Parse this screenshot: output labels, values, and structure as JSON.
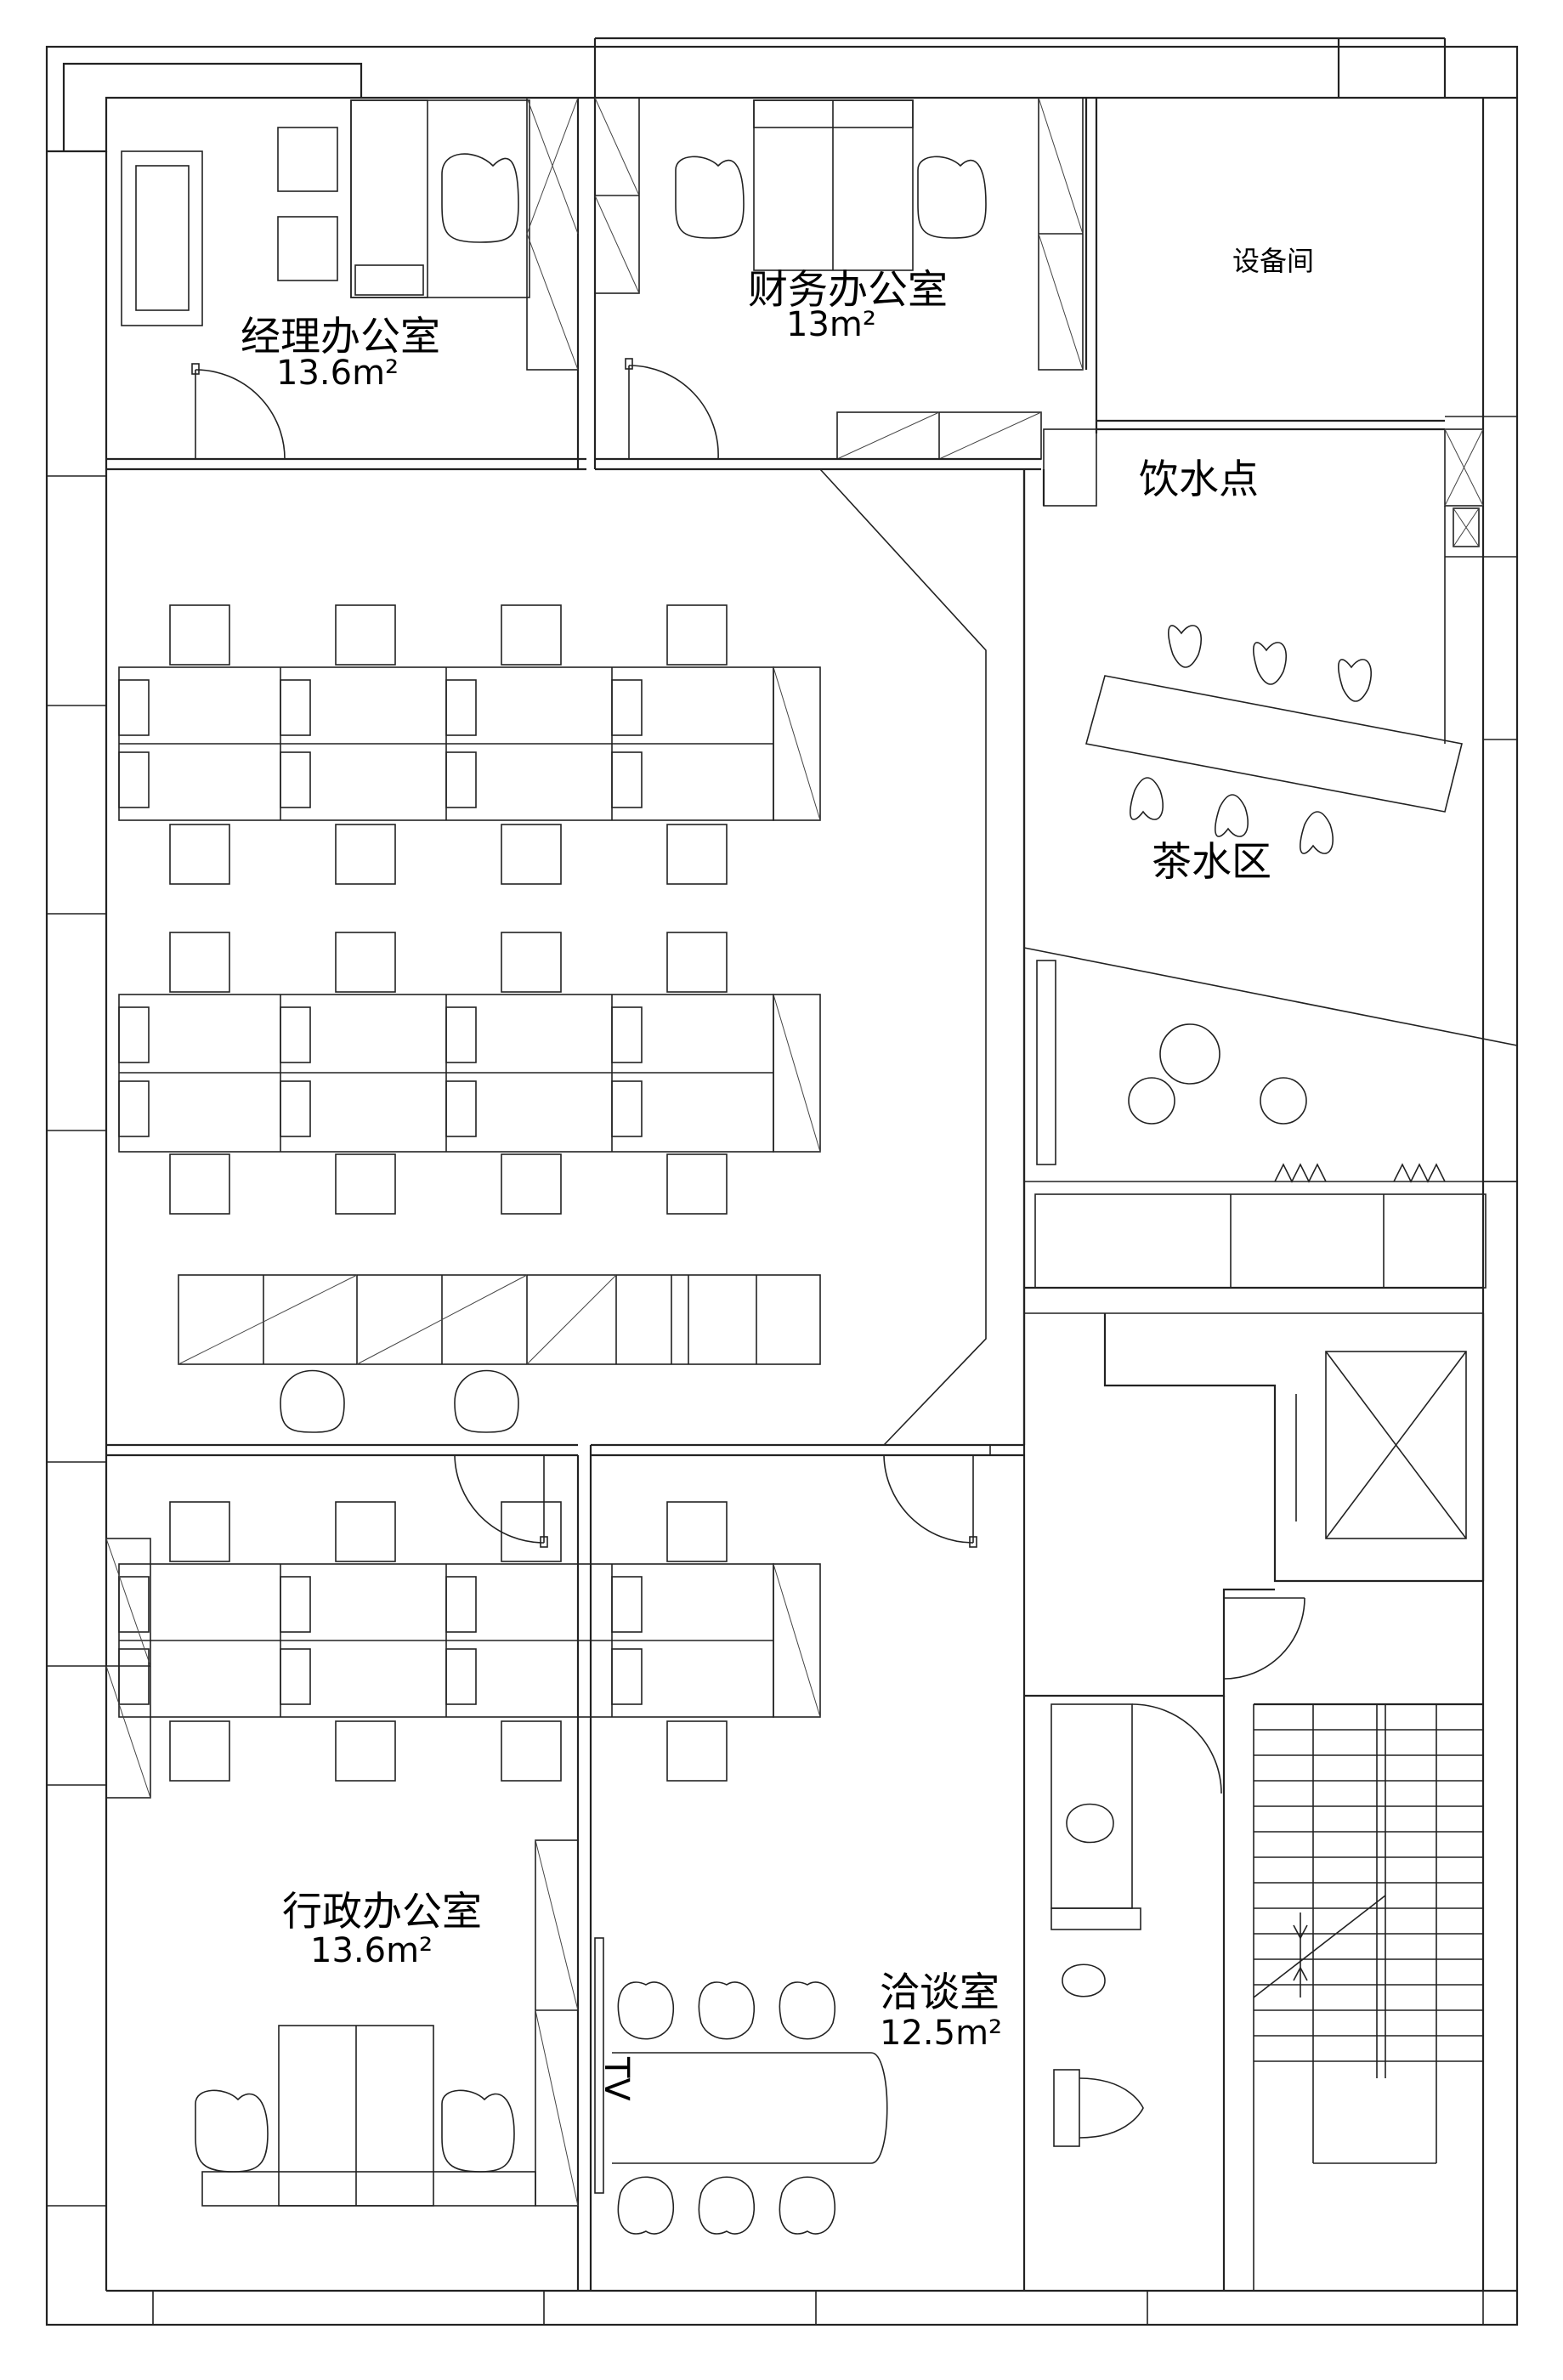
{
  "rooms": {
    "manager_office": {
      "name": "经理办公室",
      "area": "13.6m²"
    },
    "finance_office": {
      "name": "财务办公室",
      "area": "13m²"
    },
    "equipment_room": {
      "name": "设备间"
    },
    "water_point": {
      "name": "饮水点"
    },
    "tea_area": {
      "name": "茶水区"
    },
    "admin_office": {
      "name": "行政办公室",
      "area": "13.6m²"
    },
    "meeting_room": {
      "name": "洽谈室",
      "area": "12.5m²"
    },
    "tv": {
      "label": "TV"
    }
  },
  "workstations": {
    "rows_of_desks": 3,
    "desks_per_row": 4,
    "chairs_per_row": 8
  }
}
